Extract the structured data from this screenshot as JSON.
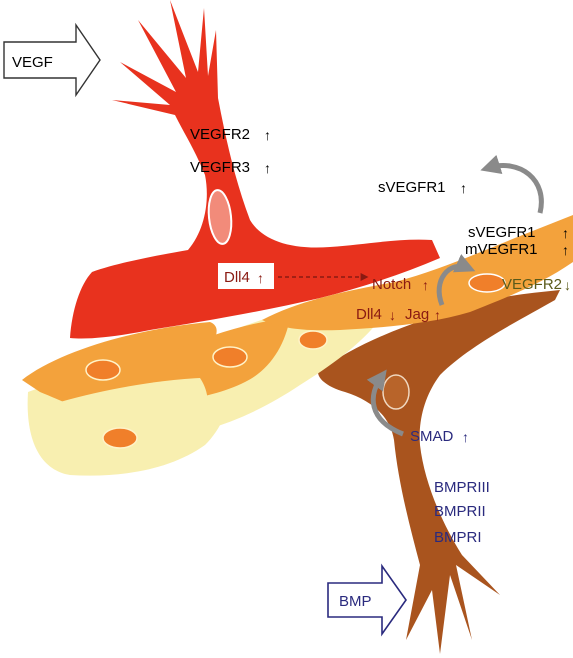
{
  "arrows": {
    "vegf": "VEGF",
    "bmp": "BMP"
  },
  "tip_cell": {
    "receptor_1": "VEGFR2",
    "receptor_2": "VEGFR3",
    "ligand": "Dll4"
  },
  "stalk_cell": {
    "soluble_out": "sVEGFR1",
    "soluble": "sVEGFR1",
    "membrane": "mVEGFR1",
    "notch": "Notch",
    "vegfr2": "VEGFR2",
    "dll4": "Dll4",
    "jag": "Jag"
  },
  "bmp_cell": {
    "smad": "SMAD",
    "receptor_3": "BMPRIII",
    "receptor_2": "BMPRII",
    "receptor_1": "BMPRI"
  },
  "colors": {
    "tip_red": "#e8321e",
    "stalk_orange": "#f3a23c",
    "phalanx_yellow": "#f8efb0",
    "bmp_brown": "#a9541e",
    "nucleus": "#f07f2a",
    "dark_red_text": "#8a1a12",
    "navy_text": "#2a2a7e",
    "olive_text": "#5a5a1a",
    "grey_arrow": "#8a8a8a"
  }
}
